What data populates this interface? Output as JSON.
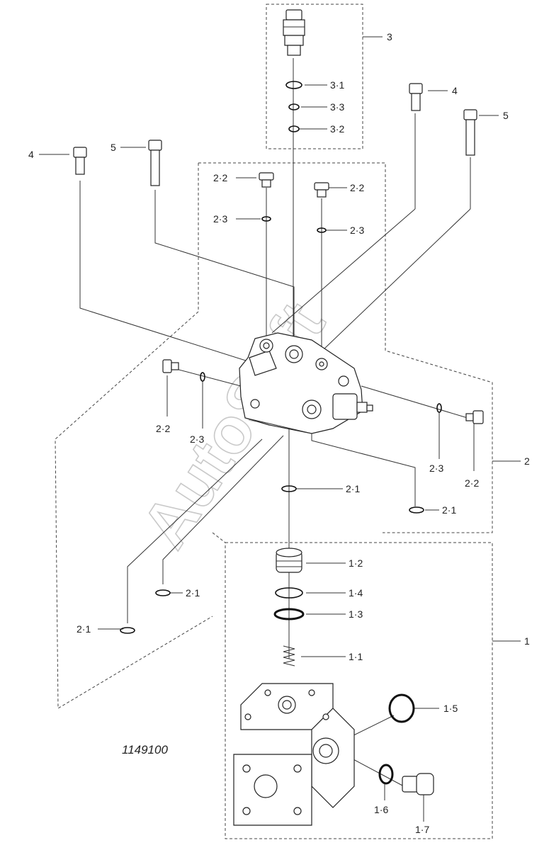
{
  "figure_id": "1149100",
  "watermark": "AutoSoft",
  "labels": {
    "l3": "3",
    "l3_1": "3·1",
    "l3_3": "3·3",
    "l3_2": "3·2",
    "l4_top": "4",
    "l5_top": "5",
    "l4_left": "4",
    "l5_left": "5",
    "l2_2_a": "2·2",
    "l2_2_b": "2·2",
    "l2_3_a": "2·3",
    "l2_3_b": "2·3",
    "l2_2_c": "2·2",
    "l2_3_c": "2·3",
    "l2_3_d": "2·3",
    "l2_2_d": "2·2",
    "l2": "2",
    "l2_1_a": "2·1",
    "l2_1_b": "2·1",
    "l2_1_c": "2·1",
    "l2_1_d": "2·1",
    "l1_2": "1·2",
    "l1_4": "1·4",
    "l1_3": "1·3",
    "l1_1": "1·1",
    "l1": "1",
    "l1_5": "1·5",
    "l1_6": "1·6",
    "l1_7": "1·7"
  }
}
